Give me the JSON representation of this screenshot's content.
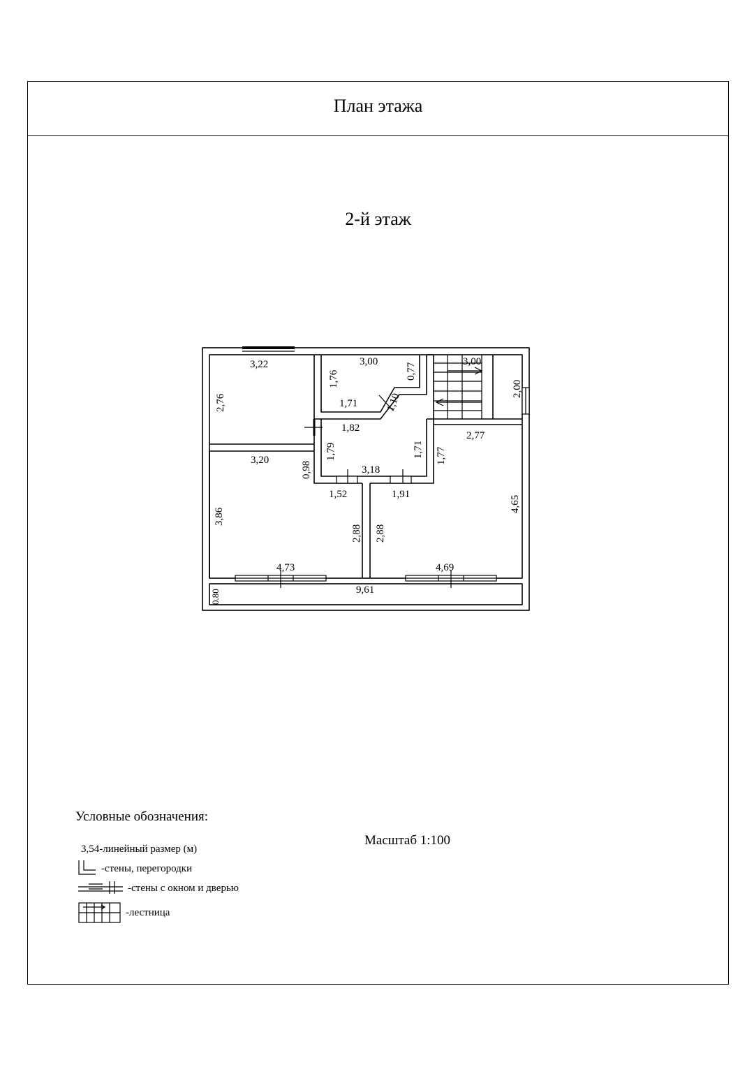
{
  "header": {
    "title": "План этажа"
  },
  "floor": {
    "title": "2-й этаж"
  },
  "dimensions": {
    "room1_top": "3,22",
    "room1_left": "2,76",
    "bath_top": "3,00",
    "bath_left": "1,76",
    "bath_bottom": "1,71",
    "bath_right": "0,77",
    "bath_diag": "1,10",
    "stair_top": "3,00",
    "stair_right": "2,00",
    "hall_top": "1,82",
    "hall_left": "1,79",
    "hall_right": "1,71",
    "hall_bottom": "3,18",
    "room2_top": "3,20",
    "room2_niche": "0,98",
    "room2_left": "3,86",
    "room2_partition": "2,88",
    "room2_bottom": "4,73",
    "room2_step": "1,52",
    "room3_top": "2,77",
    "room3_left": "1,77",
    "room3_right": "4,65",
    "room3_partition": "2,88",
    "room3_bottom": "4,69",
    "room3_step": "1,91",
    "balcony_length": "9,61",
    "balcony_width": "0.80"
  },
  "legend": {
    "title": "Условные обозначения:",
    "dimension": "3,54-линейный размер (м)",
    "walls": "-стены, перегородки",
    "walls_window_door": "-стены с окном и дверью",
    "stairs": "-лестница"
  },
  "scale": "Масштаб 1:100"
}
